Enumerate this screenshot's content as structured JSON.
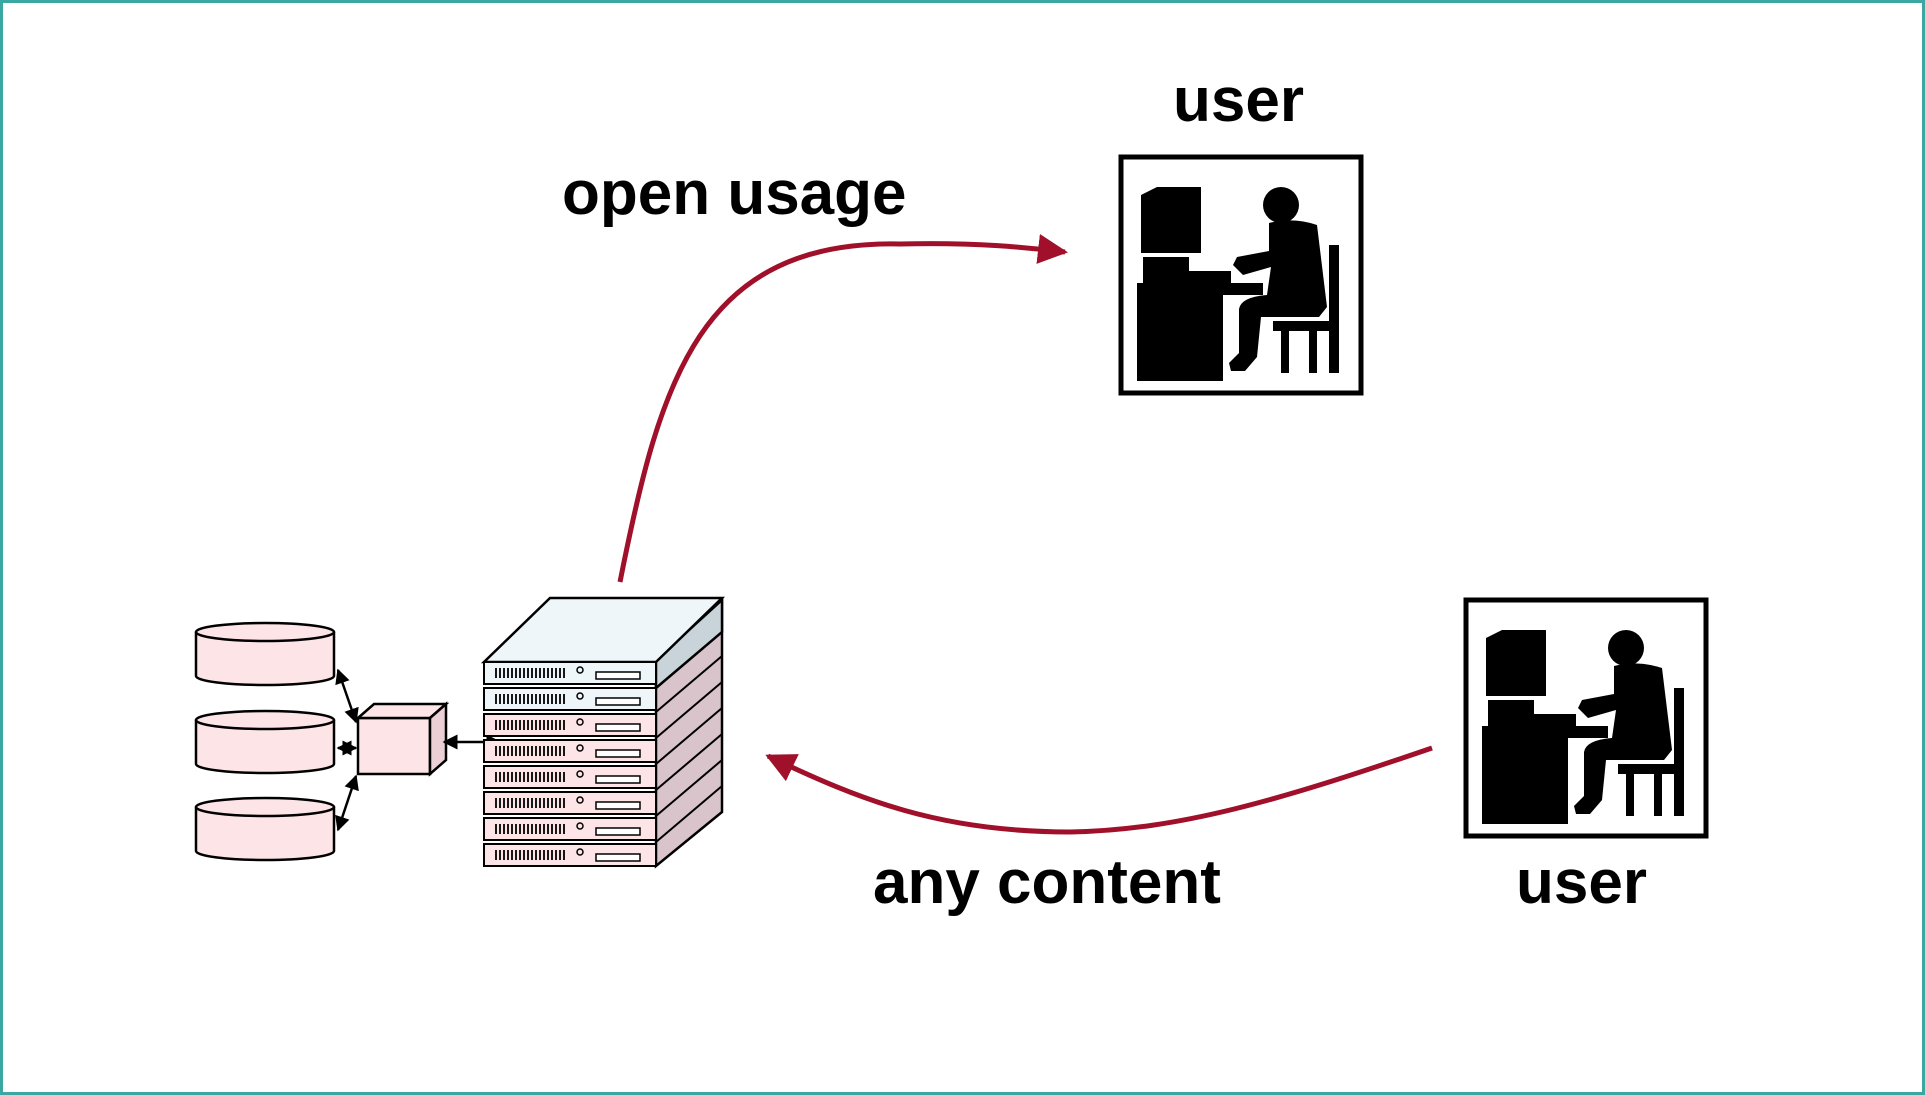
{
  "labels": {
    "top_user": "user",
    "bottom_user": "user",
    "open_usage": "open usage",
    "any_content": "any content"
  },
  "colors": {
    "arrow": "#a0102a",
    "frame": "#3aa7a0",
    "disk_fill": "#fde4e6",
    "server_top_fill": "#eef6fa",
    "server_fill": "#fde4e6"
  },
  "icons": {
    "top_user": "user-at-computer-icon",
    "bottom_user": "user-at-computer-icon",
    "server": "server-rack-icon",
    "storage": "database-disk-icon",
    "controller": "storage-controller-icon"
  }
}
